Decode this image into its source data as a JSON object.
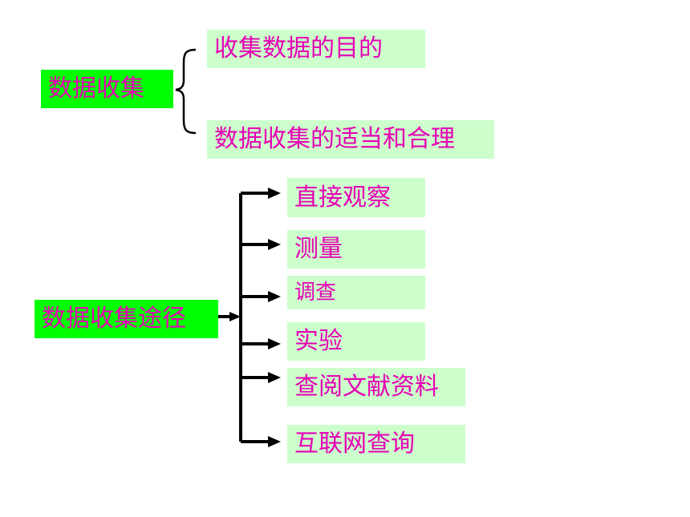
{
  "section1": {
    "root_label": "数据收集",
    "items": [
      "收集数据的目的",
      "数据收集的适当和合理"
    ]
  },
  "section2": {
    "root_label": "数据收集途径",
    "items": [
      "直接观察",
      "测量",
      "调查",
      "实验",
      "查阅文献资料",
      "互联网查询"
    ]
  },
  "colors": {
    "text": "#e600b4",
    "root_box": "#00ff00",
    "item_box": "#ccffcc",
    "line": "#000000"
  }
}
